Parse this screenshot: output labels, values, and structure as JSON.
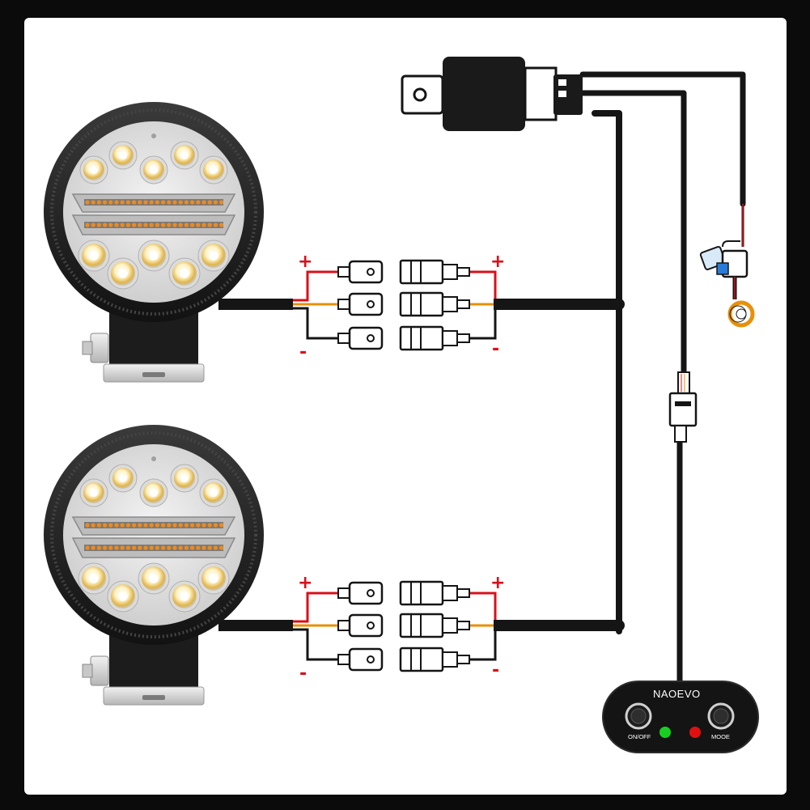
{
  "terminals": {
    "positive": "+",
    "negative": "-"
  },
  "switch": {
    "brand": "NAOEVO",
    "left_button": "ON/OFF",
    "right_button": "MOOE"
  },
  "colors": {
    "background": "#0b0b0b",
    "panel": "#ffffff",
    "wire_main": "#151515",
    "wire_positive": "#d8101a",
    "wire_signal": "#e8900a",
    "wire_negative": "#151515",
    "led_white": "#fff6d8",
    "led_amber": "#f08a1a",
    "indicator_green": "#18d020",
    "indicator_red": "#e01010",
    "fuse_holder": "#2a7ad8"
  },
  "icons": [
    "work-light-icon",
    "relay-icon",
    "fuse-holder-icon",
    "ring-terminal-icon",
    "connector-icon",
    "switch-panel-icon"
  ]
}
